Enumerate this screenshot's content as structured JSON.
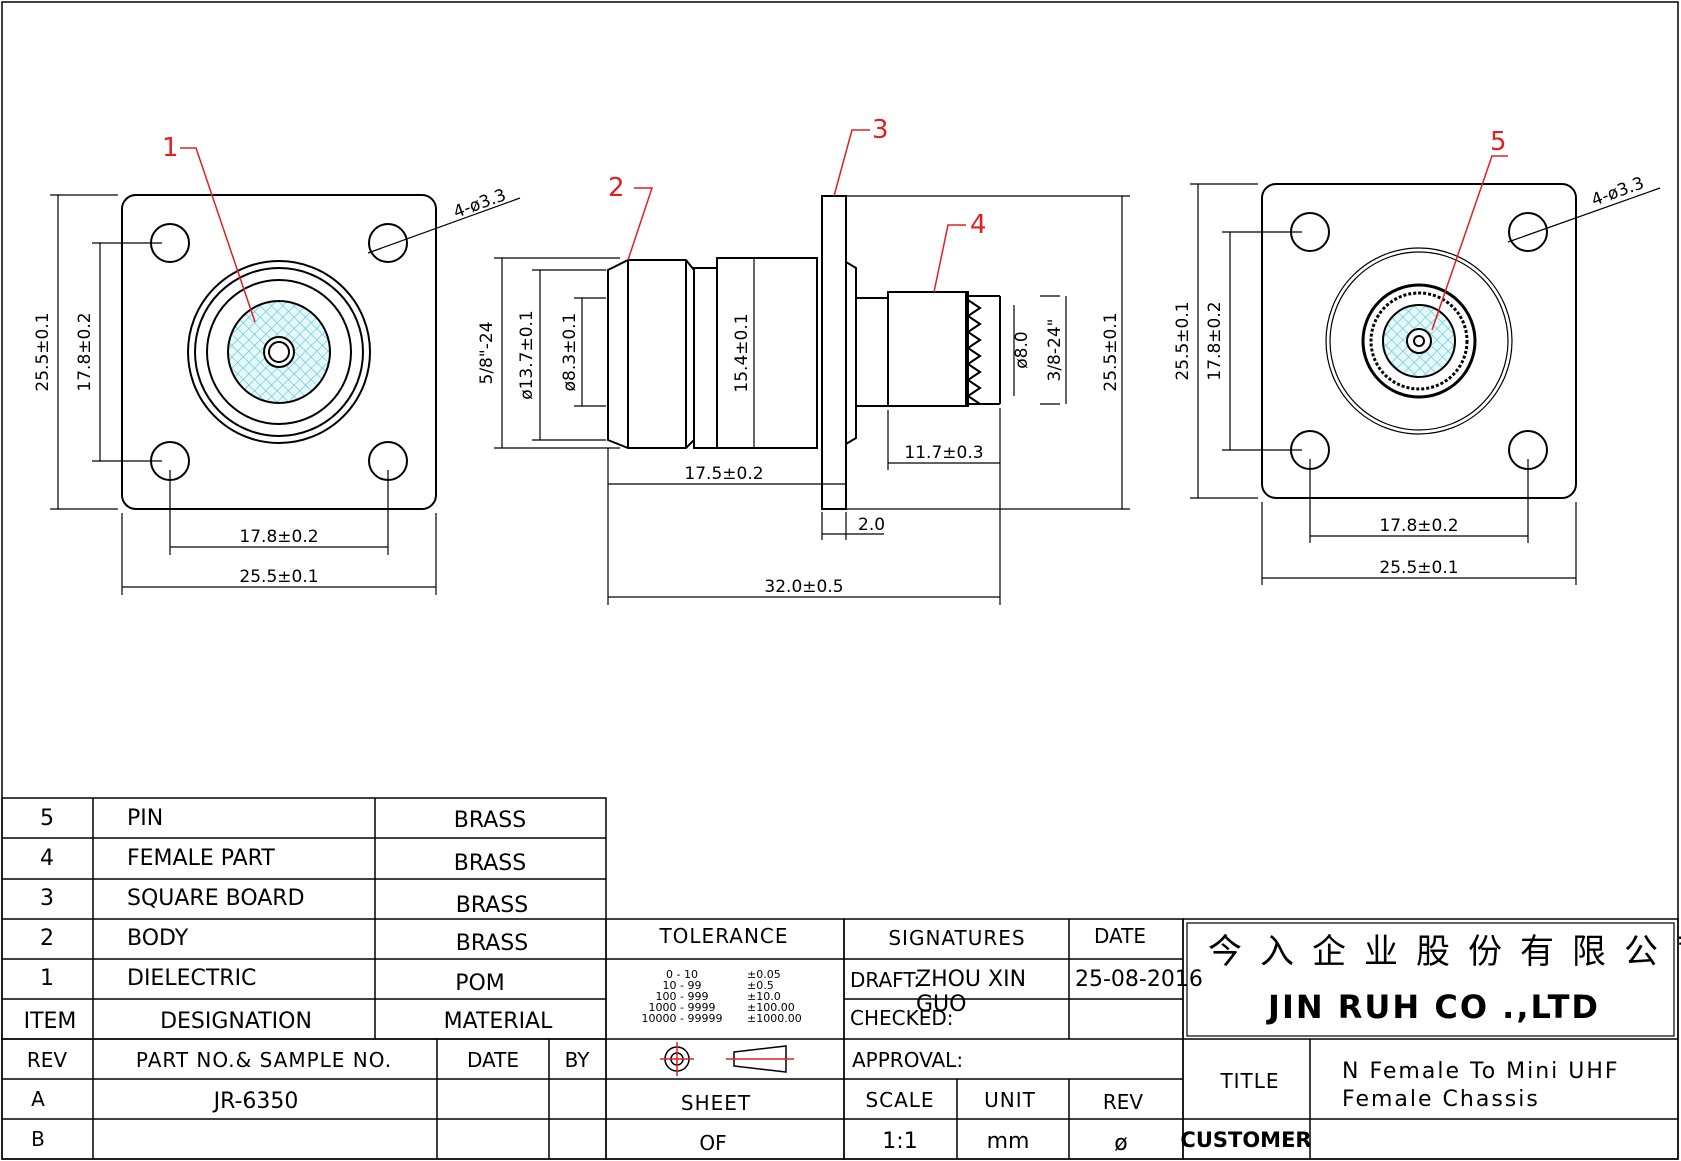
{
  "callouts": [
    "1",
    "2",
    "3",
    "4",
    "5"
  ],
  "dimensions": {
    "front_left": {
      "holes": "4-ø3.3",
      "height": "25.5±0.1",
      "hole_pitch_v": "17.8±0.2",
      "hole_pitch_h": "17.8±0.2",
      "width": "25.5±0.1"
    },
    "side": {
      "thread_front": "5/8\"-24",
      "d_13_7": "ø13.7±0.1",
      "d_8_3": "ø8.3±0.1",
      "d_15_4": "15.4±0.1",
      "d_8_0": "ø8.0",
      "thread_rear": "3/8-24\"",
      "board_height": "25.5±0.1",
      "len_11_7": "11.7±0.3",
      "len_17_5": "17.5±0.2",
      "board_thickness": "2.0",
      "total_length": "32.0±0.5"
    },
    "front_right": {
      "holes": "4-ø3.3",
      "height": "25.5±0.1",
      "hole_pitch_v": "17.8±0.2",
      "hole_pitch_h": "17.8±0.2",
      "width": "25.5±0.1"
    }
  },
  "bom": {
    "rows": [
      {
        "item": "5",
        "designation": "PIN",
        "material": "BRASS"
      },
      {
        "item": "4",
        "designation": "FEMALE  PART",
        "material": "BRASS"
      },
      {
        "item": "3",
        "designation": "SQUARE  BOARD",
        "material": "BRASS"
      },
      {
        "item": "2",
        "designation": "BODY",
        "material": "BRASS"
      },
      {
        "item": "1",
        "designation": "DIELECTRIC",
        "material": "POM"
      }
    ],
    "header": {
      "item": "ITEM",
      "designation": "DESIGNATION",
      "material": "MATERIAL"
    }
  },
  "revisions": {
    "header": {
      "rev": "REV",
      "part": "PART NO.& SAMPLE NO.",
      "date": "DATE",
      "by": "BY"
    },
    "rows": [
      {
        "rev": "A",
        "part": "JR-6350",
        "date": "",
        "by": ""
      },
      {
        "rev": "B",
        "part": "",
        "date": "",
        "by": ""
      }
    ]
  },
  "tolerance": {
    "label": "TOLERANCE",
    "rows": [
      {
        "range": "0  -  10",
        "tol": "±0.05"
      },
      {
        "range": "10  -  99",
        "tol": "±0.5"
      },
      {
        "range": "100  -  999",
        "tol": "±10.0"
      },
      {
        "range": "1000  -  9999",
        "tol": "±100.00"
      },
      {
        "range": "10000  -  99999",
        "tol": "±1000.00"
      }
    ],
    "sheet_label": "SHEET",
    "of_label": "OF"
  },
  "signatures": {
    "label": "SIGNATURES",
    "date_label": "DATE",
    "draft_label": "DRAFT:",
    "draft_name": "ZHOU  XIN",
    "draft_name_2": "GUO",
    "draft_date": "25-08-2016",
    "checked_label": "CHECKED:",
    "approval_label": "APPROVAL:",
    "scale_label": "SCALE",
    "unit_label": "UNIT",
    "rev_label": "REV",
    "scale_value": "1:1",
    "unit_value": "mm",
    "rev_value": "ø"
  },
  "company": {
    "name_cn": "今入企业股份有限公司",
    "name_en": "JIN  RUH  CO .,LTD"
  },
  "title_block": {
    "title_label": "TITLE",
    "title_line1": "N Female To Mini UHF",
    "title_line2": "Female Chassis",
    "customer_label": "CUSTOMER",
    "customer_value": ""
  }
}
